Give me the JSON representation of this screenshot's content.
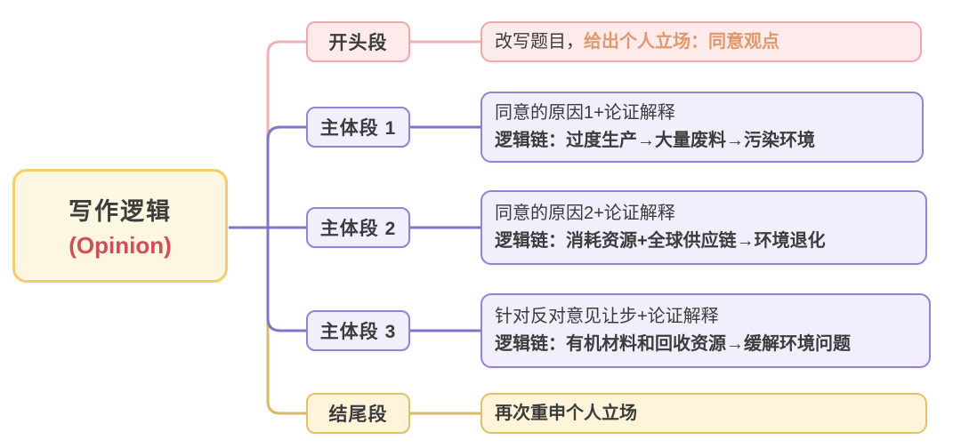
{
  "colors": {
    "bg": "#ffffff",
    "text-dark": "#3c3c3c",
    "root-border": "#f1ce6a",
    "root-fill": "#fdf6e1",
    "opinion-red": "#cf4e58",
    "pink-border": "#f4a7ab",
    "pink-fill": "#fdeaea",
    "pink-line": "#f2b0b3",
    "purple-border": "#9184d4",
    "purple-fill": "#f2eefb",
    "purple-line": "#8075ca",
    "yellow-border": "#e2c266",
    "yellow-fill": "#fdf4d9",
    "yellow-line": "#d6ba6e",
    "highlight-coral": "#e0986d"
  },
  "root": {
    "title": "写作逻辑",
    "subtitle": "(Opinion)"
  },
  "branches": [
    {
      "label": "开头段",
      "theme": "pink",
      "detail_prefix": "改写题目，",
      "detail_highlight": "给出个人立场：同意观点"
    },
    {
      "label": "主体段 1",
      "theme": "purple",
      "detail_line1": "同意的原因1+论证解释",
      "detail_line2": "逻辑链：过度生产→大量废料→污染环境"
    },
    {
      "label": "主体段 2",
      "theme": "purple",
      "detail_line1": "同意的原因2+论证解释",
      "detail_line2": "逻辑链：消耗资源+全球供应链→环境退化"
    },
    {
      "label": "主体段 3",
      "theme": "purple",
      "detail_line1": "针对反对意见让步+论证解释",
      "detail_line2": "逻辑链：有机材料和回收资源→缓解环境问题"
    },
    {
      "label": "结尾段",
      "theme": "yellow",
      "detail_line2": "再次重申个人立场"
    }
  ]
}
